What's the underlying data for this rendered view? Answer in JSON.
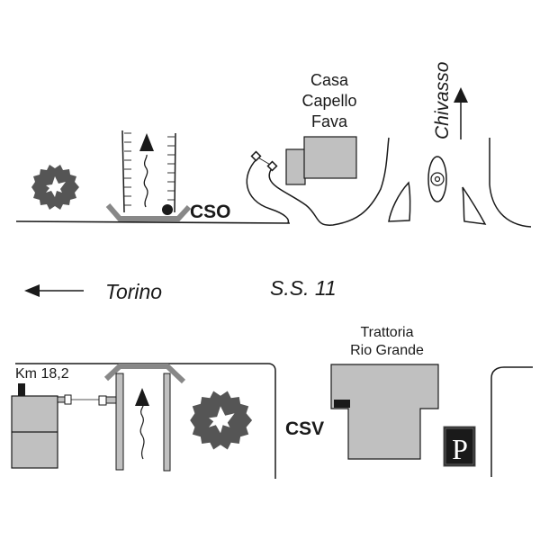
{
  "map": {
    "labels": {
      "chivasso": "Chivasso",
      "casa_line1": "Casa",
      "casa_line2": "Capello",
      "casa_line3": "Fava",
      "cso": "CSO",
      "torino": "Torino",
      "road": "S.S. 11",
      "trattoria_line1": "Trattoria",
      "trattoria_line2": "Rio Grande",
      "km": "Km 18,2",
      "csv": "CSV",
      "parking": "P"
    },
    "colors": {
      "ink": "#1a1a1a",
      "building": "#c0c0c0",
      "tree": "#555555",
      "gate": "#888888",
      "parking_bg": "#1a1a1a"
    },
    "icons": {
      "tree": "tree-icon",
      "parking": "parking-icon",
      "roundabout": "roundabout-icon",
      "direction_arrow": "arrow-icon"
    }
  }
}
